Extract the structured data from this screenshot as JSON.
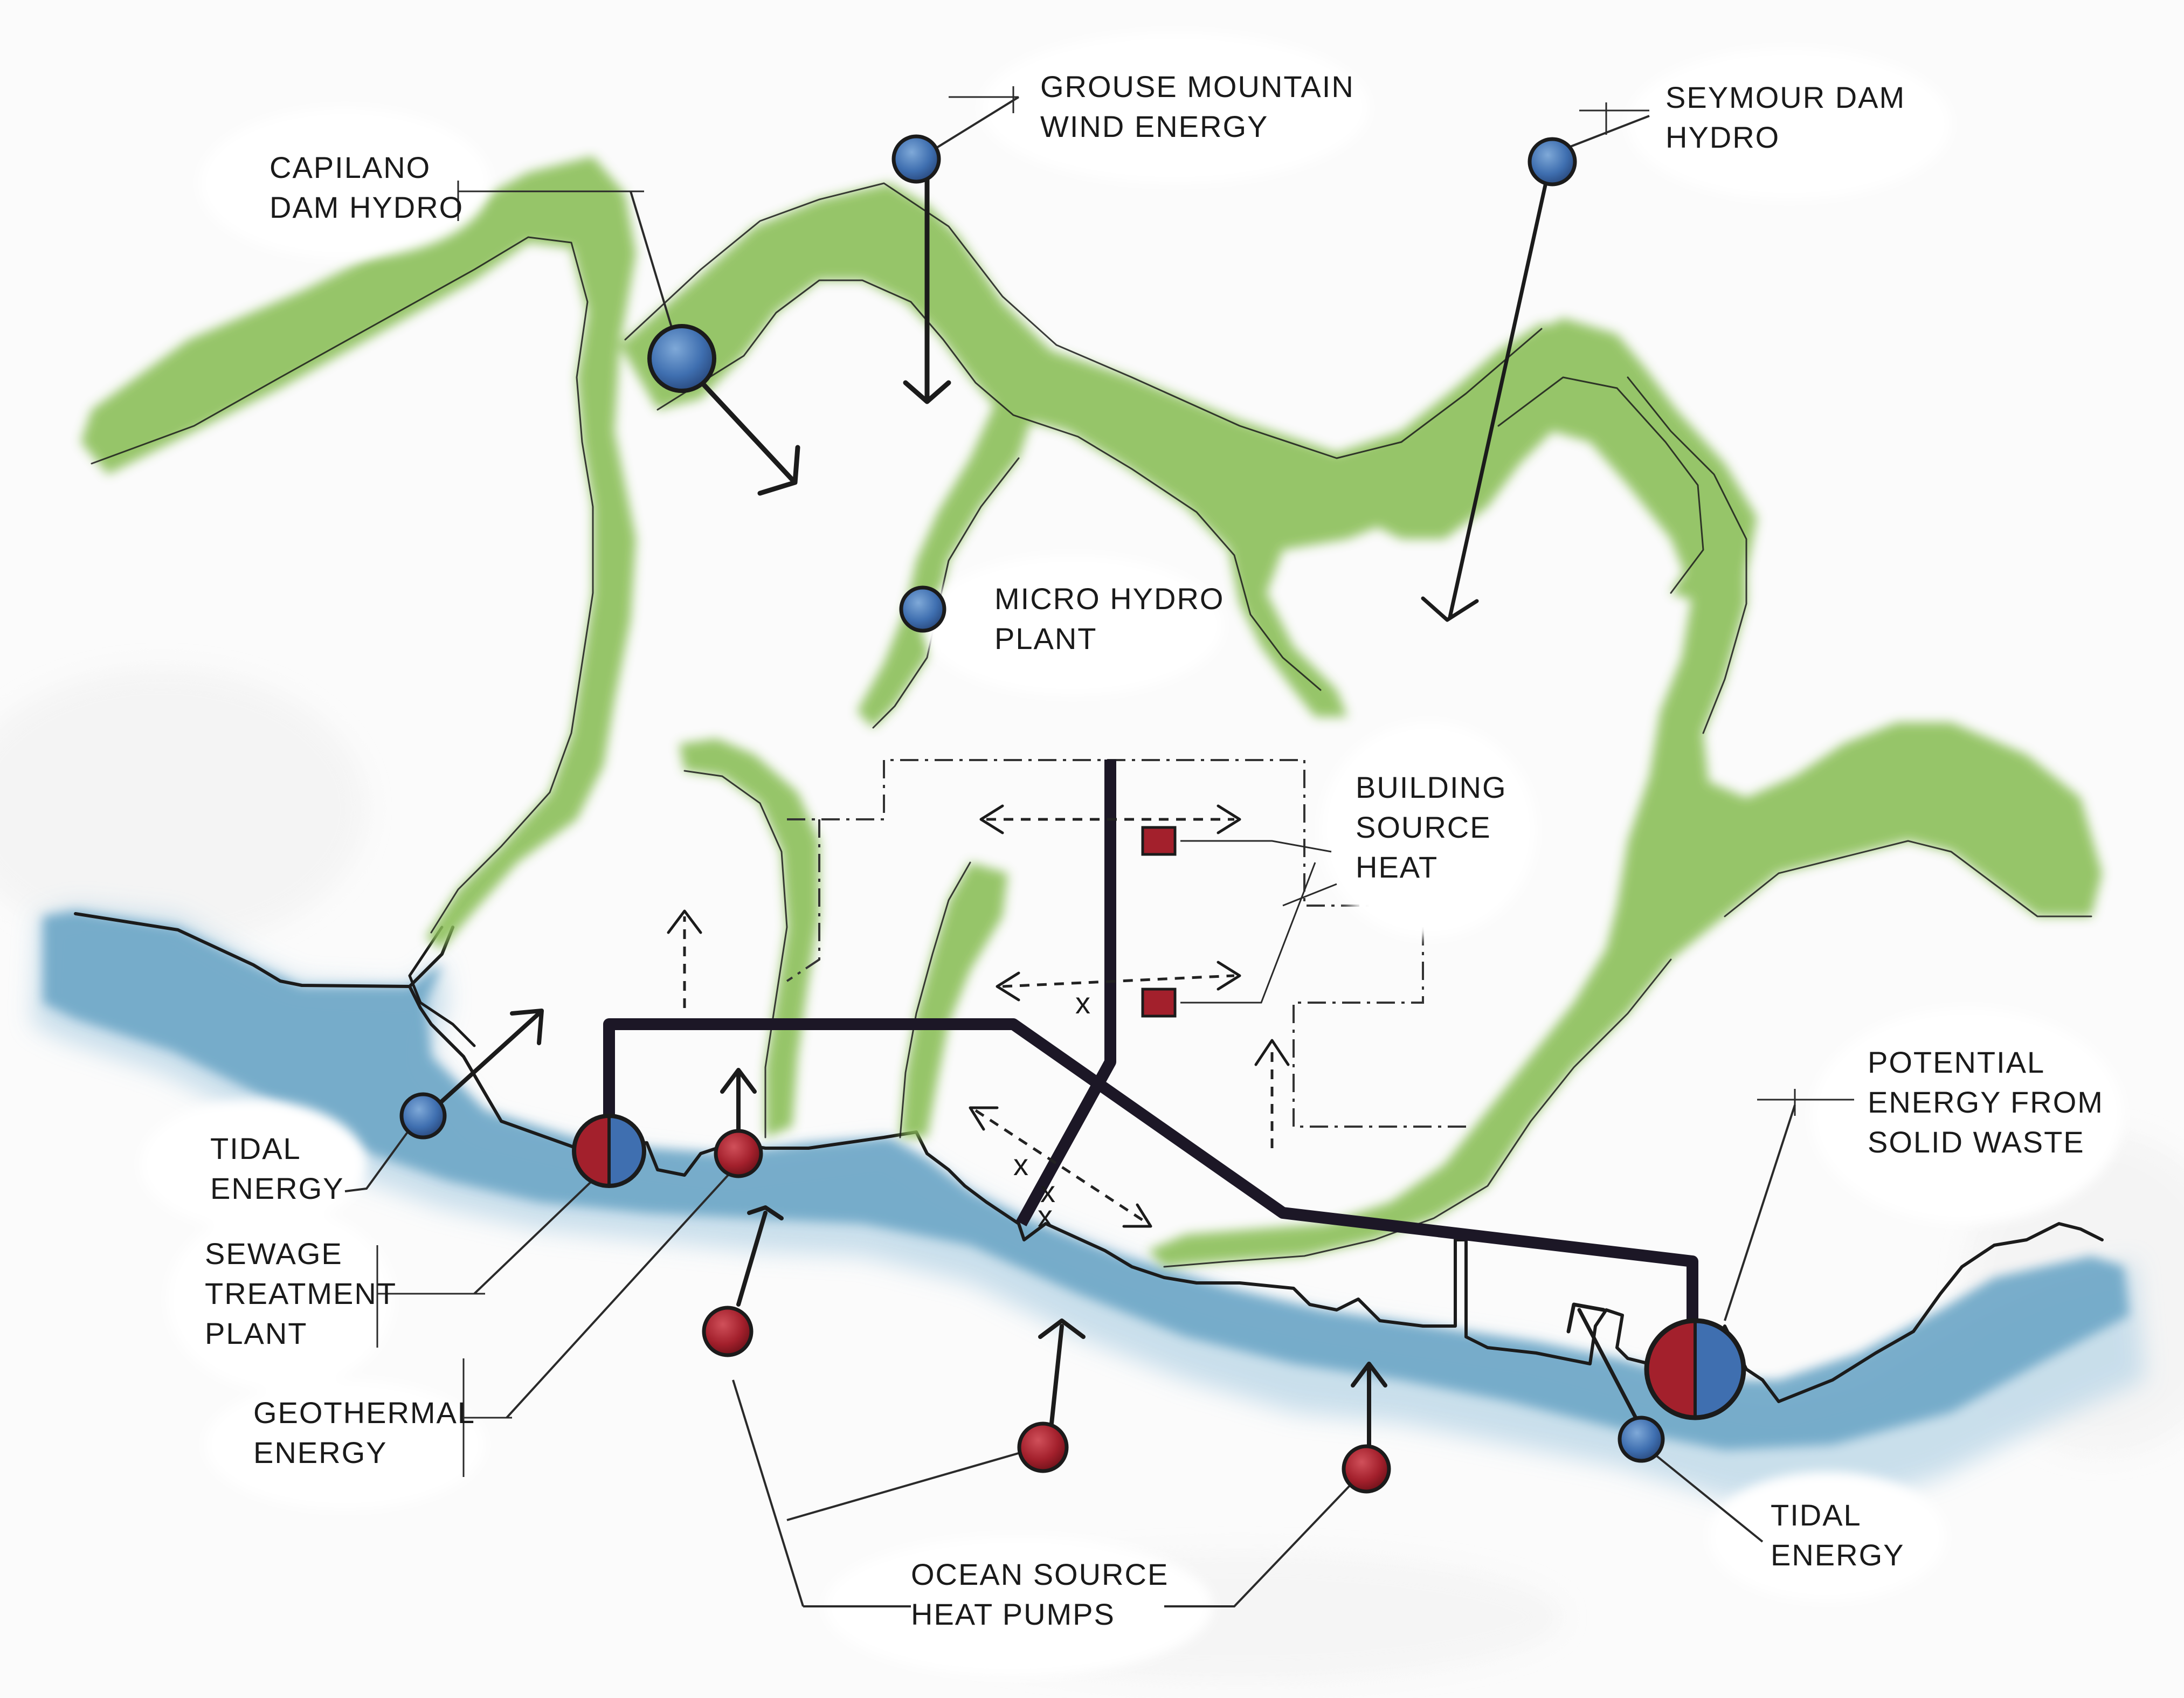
{
  "labels": {
    "capilano": [
      "CAPILANO",
      "DAM HYDRO"
    ],
    "grouse": [
      "GROUSE MOUNTAIN",
      "WIND ENERGY"
    ],
    "seymour": [
      "SEYMOUR DAM",
      "HYDRO"
    ],
    "micro_hydro": [
      "MICRO HYDRO",
      "PLANT"
    ],
    "building_heat": [
      "BUILDING",
      "SOURCE",
      "HEAT"
    ],
    "tidal_west": [
      "TIDAL",
      "ENERGY"
    ],
    "sewage": [
      "SEWAGE",
      "TREATMENT",
      "PLANT"
    ],
    "geothermal": [
      "GEOTHERMAL",
      "ENERGY"
    ],
    "solid_waste": [
      "POTENTIAL",
      "ENERGY FROM",
      "SOLID WASTE"
    ],
    "ocean_pumps": [
      "OCEAN SOURCE",
      "HEAT PUMPS"
    ],
    "tidal_east": [
      "TIDAL",
      "ENERGY"
    ]
  },
  "colors": {
    "water": "#6fa8c8",
    "water_light": "#a9cde0",
    "green": "#8cc05a",
    "green_dark": "#6fa83e",
    "blue_node": "#3f6fb0",
    "red_node": "#a3202c",
    "pipe": "#1c1726"
  },
  "icons": {
    "blue_node": "blue-circle-marker",
    "red_node": "red-circle-marker",
    "split_node": "half-red-half-blue-marker",
    "heat_building": "red-square-marker"
  }
}
